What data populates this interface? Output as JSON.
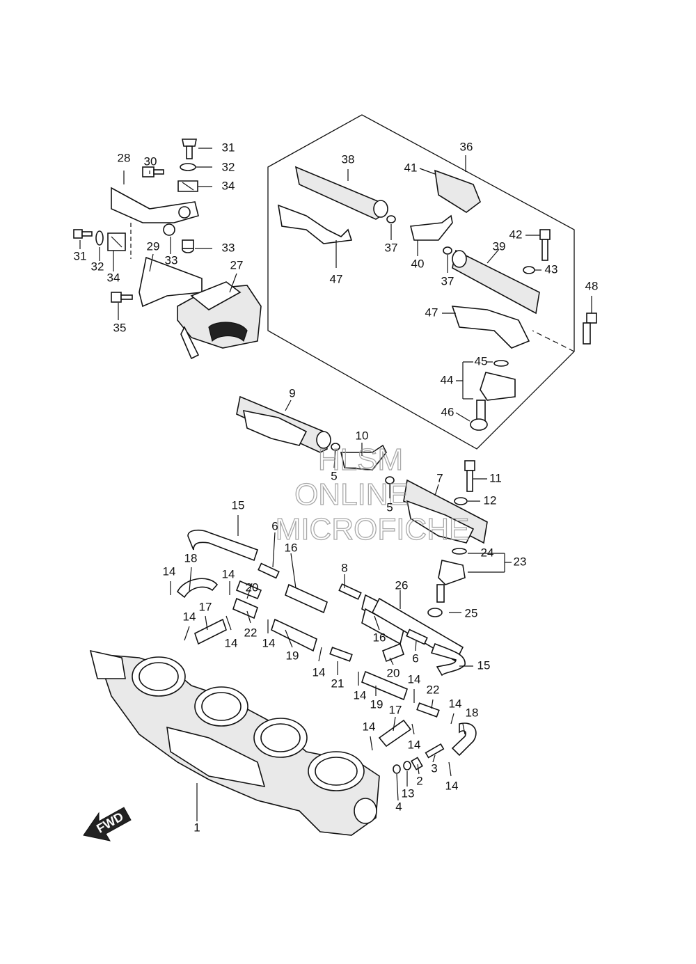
{
  "labels": [
    "1",
    "2",
    "3",
    "4",
    "5",
    "5",
    "6",
    "6",
    "7",
    "8",
    "9",
    "10",
    "11",
    "12",
    "13",
    "14",
    "14",
    "14",
    "14",
    "14",
    "14",
    "14",
    "14",
    "14",
    "14",
    "14",
    "14",
    "15",
    "15",
    "16",
    "16",
    "17",
    "17",
    "18",
    "18",
    "19",
    "19",
    "20",
    "20",
    "21",
    "22",
    "22",
    "23",
    "24",
    "25",
    "26",
    "27",
    "28",
    "29",
    "30",
    "31",
    "31",
    "32",
    "32",
    "33",
    "33",
    "34",
    "34",
    "35",
    "36",
    "37",
    "37",
    "38",
    "39",
    "40",
    "41",
    "42",
    "43",
    "44",
    "45",
    "46",
    "47",
    "47",
    "48"
  ],
  "fwd_label": "FWD",
  "watermark": {
    "line1": "HLSM",
    "line2": "ONLINE",
    "line3": "MICROFICHE"
  }
}
